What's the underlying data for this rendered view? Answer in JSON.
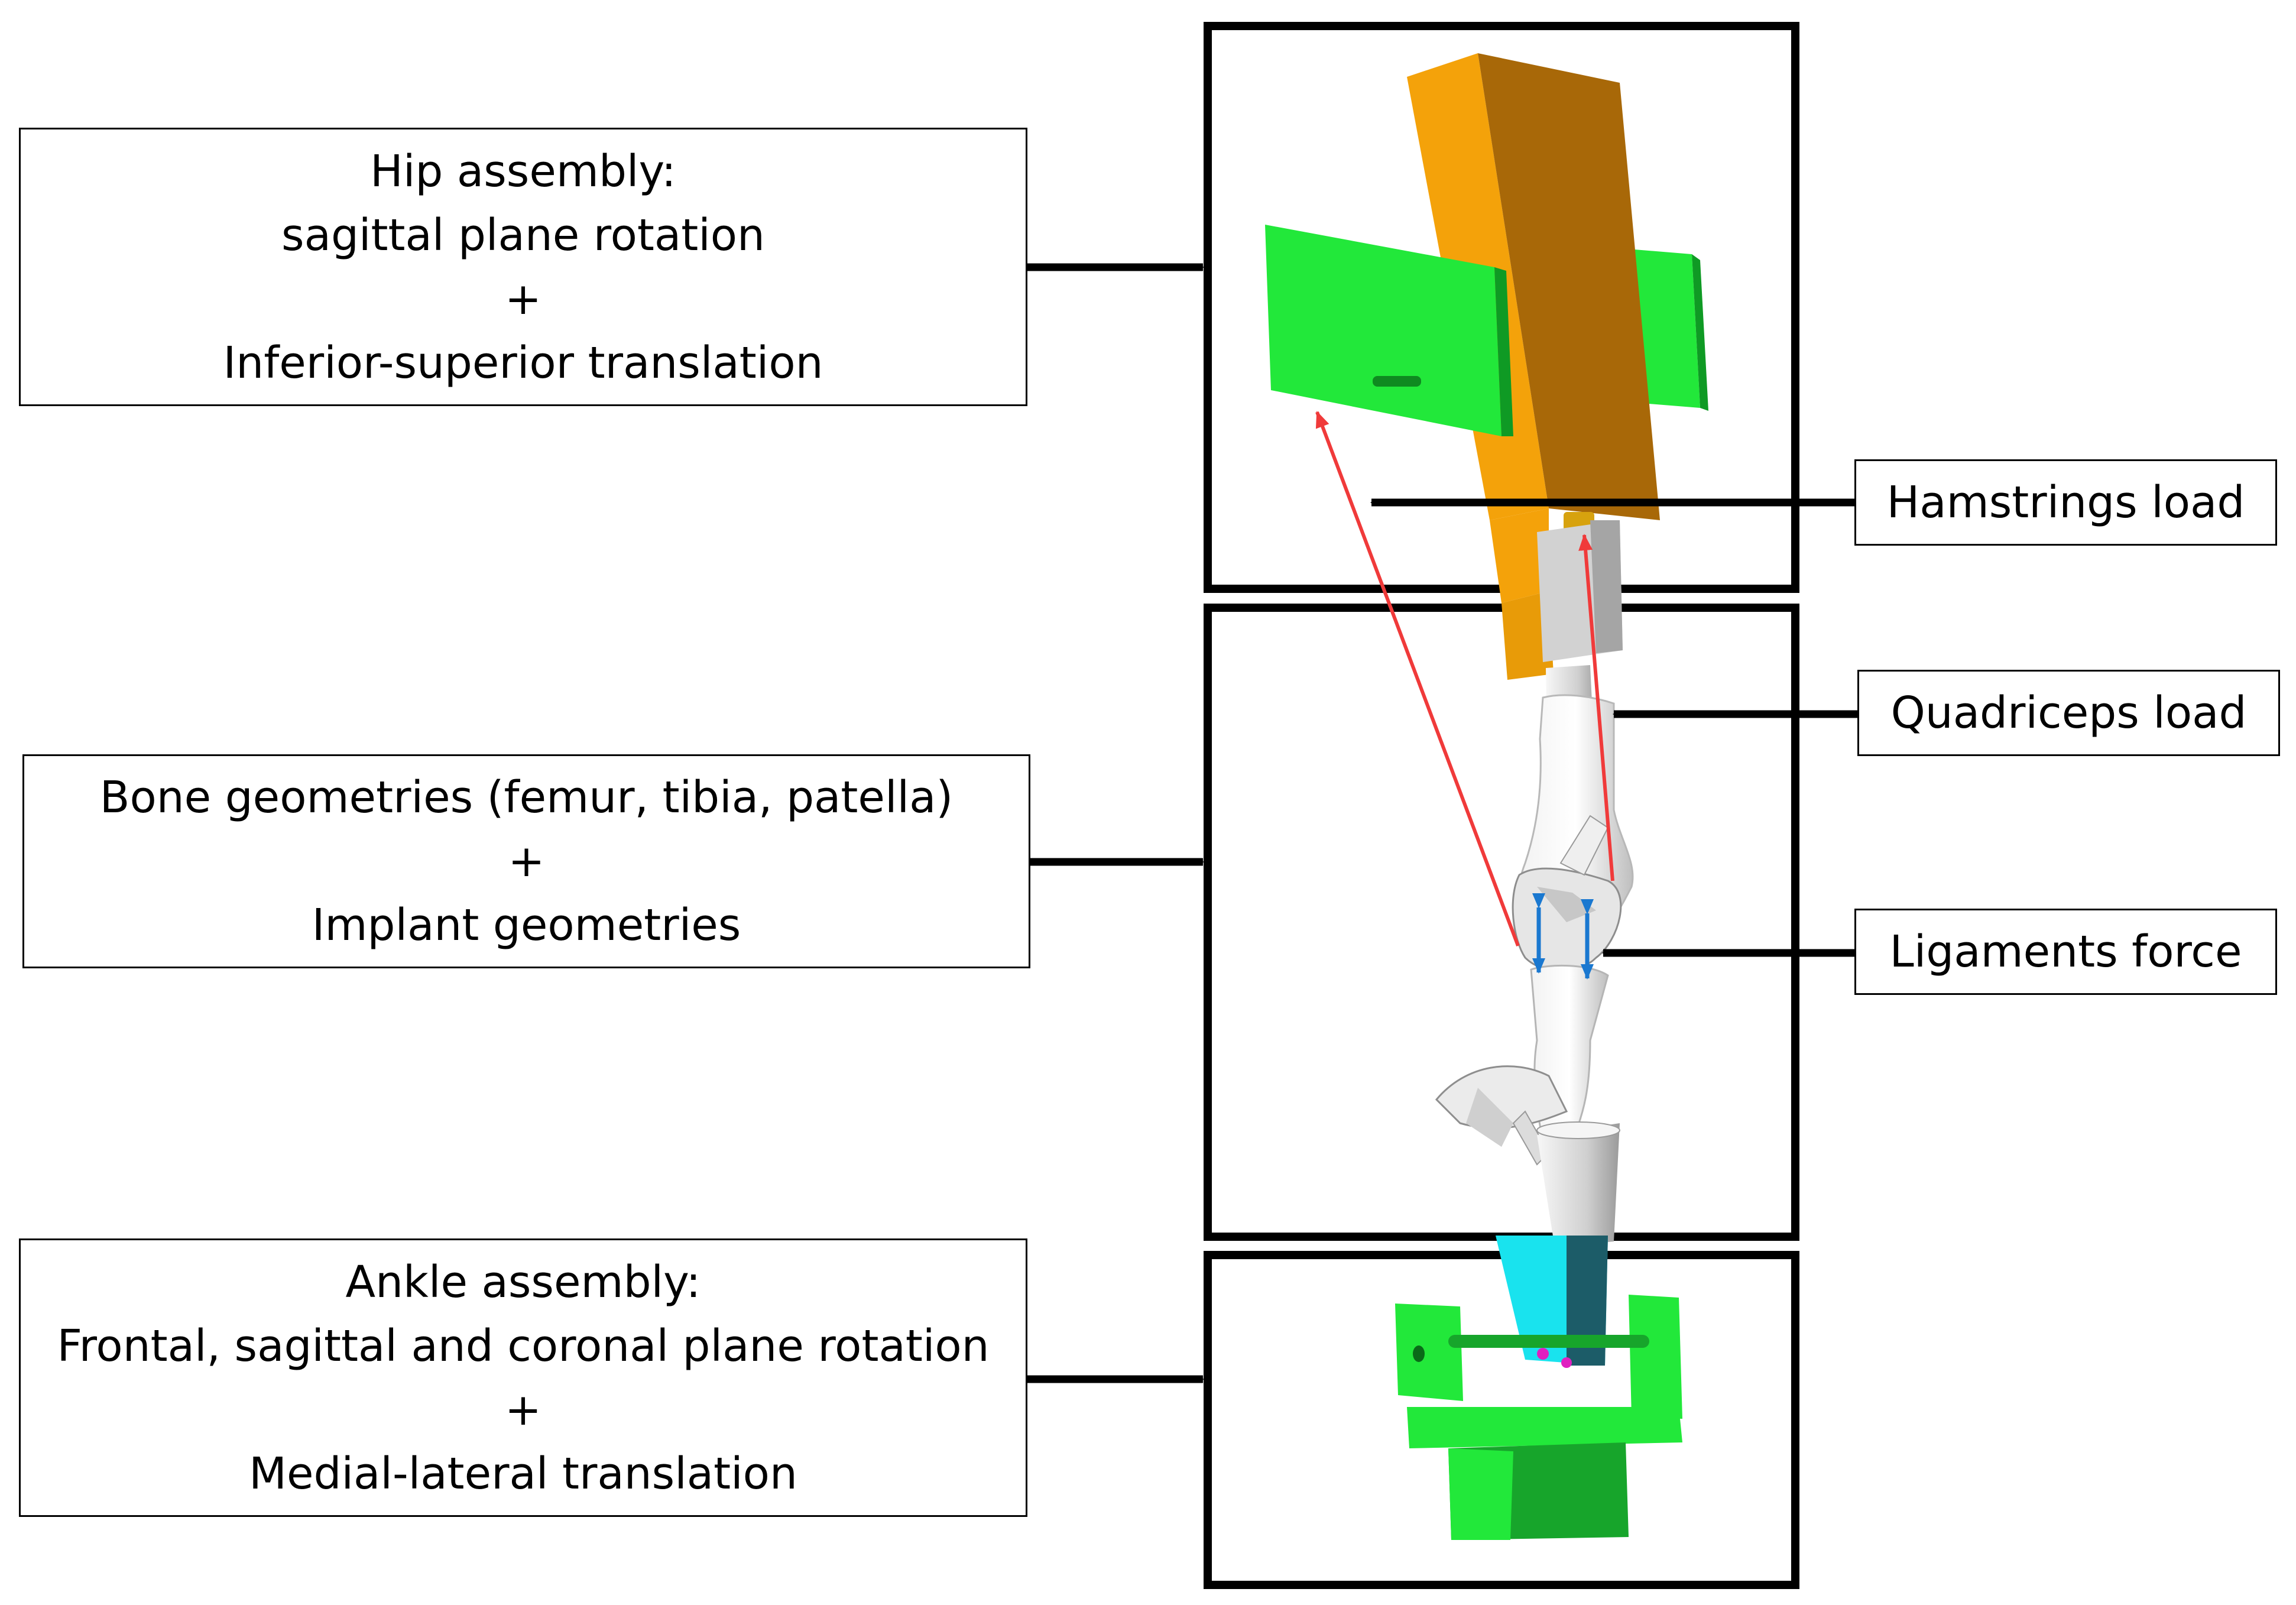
{
  "left_labels": {
    "hip": {
      "lines": [
        "Hip assembly:",
        "sagittal plane rotation",
        "+",
        "Inferior-superior translation"
      ]
    },
    "bone": {
      "lines": [
        "Bone geometries (femur, tibia, patella)",
        "+",
        "Implant geometries"
      ]
    },
    "ankle": {
      "lines": [
        "Ankle assembly:",
        "Frontal, sagittal and coronal plane rotation",
        "+",
        "Medial-lateral translation"
      ]
    }
  },
  "right_labels": {
    "hamstrings": "Hamstrings load",
    "quadriceps": "Quadriceps load",
    "ligaments": "Ligaments force"
  },
  "colors": {
    "hip_block_orange": "#f4a20a",
    "hip_block_brown": "#a86808",
    "plate_green": "#22e83a",
    "dark_green": "#0f9a24",
    "bone_gray": "#d8d8d8",
    "load_line_red": "#f03a3a",
    "ligament_blue": "#1a78d0",
    "ankle_cyan": "#19e3ee",
    "frame_black": "#000000"
  }
}
